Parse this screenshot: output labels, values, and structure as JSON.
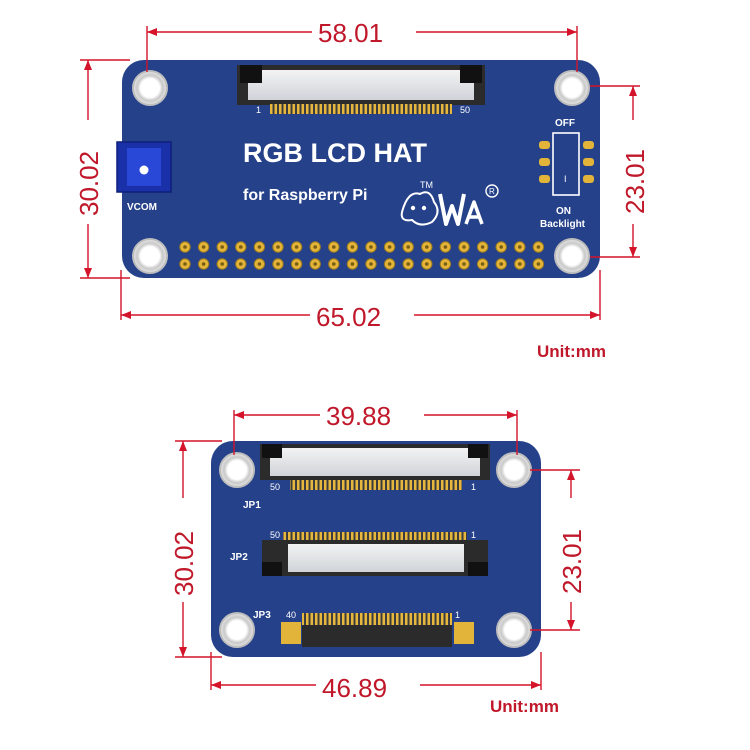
{
  "top_board": {
    "title": "RGB LCD HAT",
    "subtitle": "for Raspberry Pi",
    "brand_tm": "TM",
    "brand_mark": "W",
    "vcom_label": "VCOM",
    "switch_off_label": "OFF",
    "switch_on_label": "ON",
    "switch_name": "Backlight",
    "switch_marker": "I",
    "fpc_pin_first": "1",
    "fpc_pin_last": "50",
    "dimensions": {
      "top_width": "58.01",
      "bottom_width": "65.02",
      "left_height": "30.02",
      "right_height": "23.01"
    },
    "unit": "Unit:mm"
  },
  "bottom_board": {
    "jp1": {
      "label": "JP1",
      "pin_left": "50",
      "pin_right": "1"
    },
    "jp2": {
      "label": "JP2",
      "pin_left": "50",
      "pin_right": "1"
    },
    "jp3": {
      "label": "JP3",
      "pin_left": "40",
      "pin_right": "1"
    },
    "dimensions": {
      "top_width": "39.88",
      "bottom_width": "46.89",
      "left_height": "30.02",
      "right_height": "23.01"
    },
    "unit": "Unit:mm"
  },
  "colors": {
    "pcb_blue": "#25418a",
    "dimension_red": "#d4142a",
    "gold_pad": "#e2b53a",
    "hole_ring": "#d9d9d9"
  }
}
